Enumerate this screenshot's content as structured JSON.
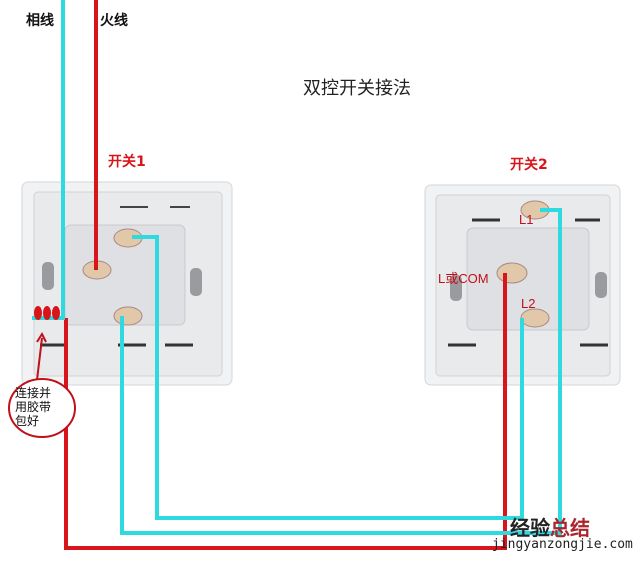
{
  "labels": {
    "phase_wire": "相线",
    "live_wire": "火线",
    "title": "双控开关接法",
    "switch1": "开关1",
    "switch2": "开关2",
    "terminal_l1": "L1",
    "terminal_l2": "L2",
    "terminal_com": "L或COM",
    "splice_note_line1": "连接并",
    "splice_note_line2": "用胶带",
    "splice_note_line3": "包好"
  },
  "watermark": {
    "brand_black": "经验",
    "brand_red": "总结",
    "url": "jingyanzongjie.com"
  },
  "colors": {
    "cyan_wire": "#2fd9e0",
    "red_wire": "#d8151b"
  }
}
